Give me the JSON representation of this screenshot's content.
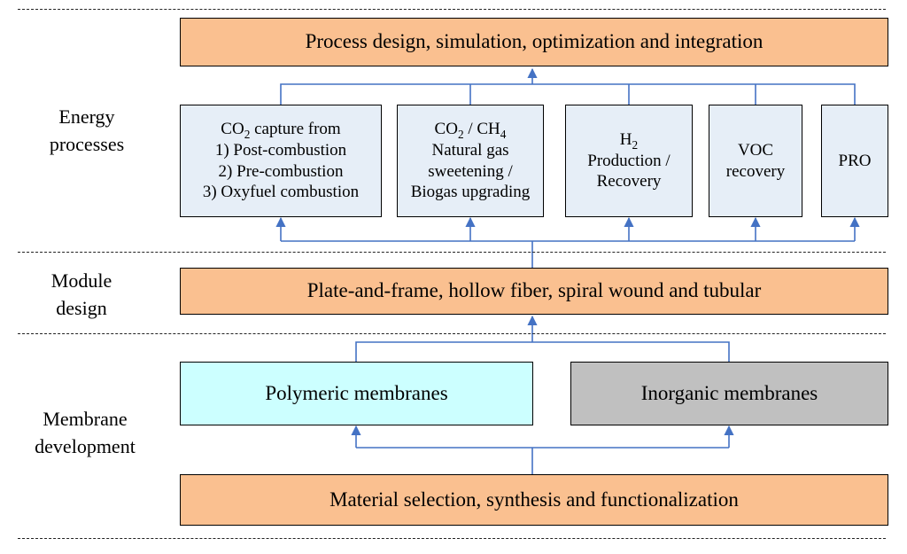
{
  "side_labels": {
    "energy": [
      "Energy",
      "processes"
    ],
    "module": [
      "Module",
      "design"
    ],
    "membrane": [
      "Membrane",
      "development"
    ]
  },
  "top_box": "Process design, simulation, optimization and integration",
  "module_box": "Plate-and-frame, hollow fiber, spiral wound and tubular",
  "bottom_box": "Material selection, synthesis and functionalization",
  "membranes": {
    "polymeric": "Polymeric membranes",
    "inorganic": "Inorganic membranes"
  },
  "processes": {
    "co2_capture": {
      "title_prefix": "CO",
      "title_sub": "2",
      "title_suffix": " capture from",
      "lines": [
        "1) Post-combustion",
        "2) Pre-combustion",
        "3) Oxyfuel combustion"
      ]
    },
    "co2_ch4": {
      "a": "CO",
      "a_sub": "2",
      "mid": " / CH",
      "b_sub": "4",
      "lines": [
        "Natural gas",
        "sweetening /",
        "Biogas upgrading"
      ]
    },
    "h2": {
      "a": "H",
      "a_sub": "2",
      "lines": [
        "Production /",
        "Recovery"
      ]
    },
    "voc": {
      "lines": [
        "VOC",
        "recovery"
      ]
    },
    "pro": {
      "lines": [
        "PRO"
      ]
    }
  },
  "colors": {
    "connector": "#4472C4",
    "orange_fill": "#FAC090",
    "process_fill": "#E6EEF7",
    "polymeric_fill": "#CCFFFF",
    "inorganic_fill": "#C0C0C0"
  }
}
